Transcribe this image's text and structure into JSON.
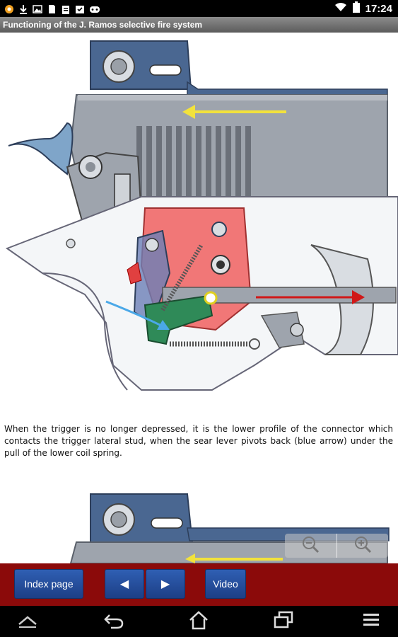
{
  "status_bar": {
    "time": "17:24",
    "left_icons": [
      "notification-icon",
      "download-icon",
      "image-icon",
      "sd-card-icon",
      "clipboard-icon",
      "task-icon",
      "game-icon"
    ],
    "right_icons": [
      "wifi-icon",
      "battery-icon"
    ]
  },
  "title_bar": {
    "title": "Functioning of the J. Ramos selective fire system"
  },
  "content": {
    "caption": "When the trigger is no longer depressed, it is the lower profile of the connector which contacts the trigger lateral stud, when the sear lever pivots back (blue arrow) under the pull of the lower coil spring."
  },
  "zoom_controls": {
    "icons": [
      "zoom-out-icon",
      "zoom-in-icon"
    ]
  },
  "toolbar": {
    "index_label": "Index page",
    "prev_label": "◀",
    "next_label": "▶",
    "video_label": "Video"
  },
  "nav_bar": {
    "icons": [
      "up-chevron-icon",
      "back-icon",
      "home-icon",
      "recent-apps-icon",
      "menu-icon"
    ]
  },
  "colors": {
    "toolbar_bg": "#8b0a0a",
    "button_blue": "#2a56a8",
    "title_bar_gray": "#6e6e6e",
    "slide_gray": "#9ea4ad",
    "frame_navy": "#4a6791",
    "red_part": "#f06060",
    "green_part": "#2f8a58"
  }
}
